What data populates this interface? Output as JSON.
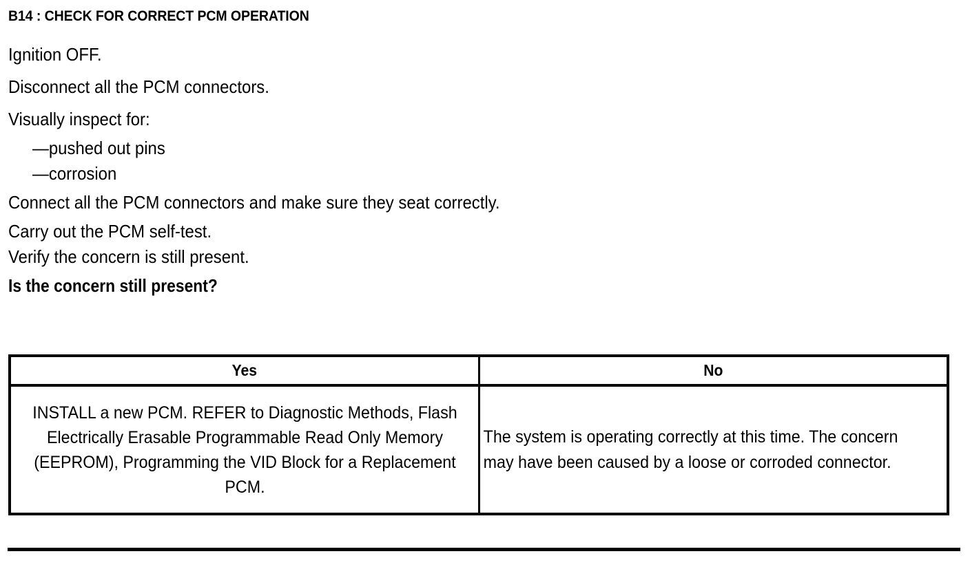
{
  "step": {
    "id": "B14",
    "title": "B14 : CHECK FOR CORRECT PCM OPERATION"
  },
  "instructions": [
    {
      "text": "Ignition OFF.",
      "style": "normal"
    },
    {
      "text": "Disconnect all the PCM connectors.",
      "style": "normal"
    },
    {
      "text": "Visually inspect for:",
      "style": "normal"
    },
    {
      "text": "—pushed out pins",
      "style": "indent"
    },
    {
      "text": "—corrosion",
      "style": "indent"
    },
    {
      "text": "Connect all the PCM connectors and make sure they seat correctly.",
      "style": "normal"
    },
    {
      "text": "Carry out the PCM self-test.",
      "style": "normal"
    },
    {
      "text": "Verify the concern is still present.",
      "style": "normal"
    },
    {
      "text": "Is the concern still present?",
      "style": "bold-question"
    }
  ],
  "decision_table": {
    "headers": {
      "yes": "Yes",
      "no": "No"
    },
    "cells": {
      "yes": "INSTALL a new PCM. REFER to Diagnostic Methods, Flash Electrically Erasable Programmable Read Only Memory (EEPROM), Programming the VID Block for a Replacement PCM.",
      "no": "The system is operating correctly at this time. The concern may have been caused by a loose or corroded connector."
    }
  },
  "colors": {
    "text": "#000000",
    "background": "#ffffff",
    "rule": "#000000"
  }
}
